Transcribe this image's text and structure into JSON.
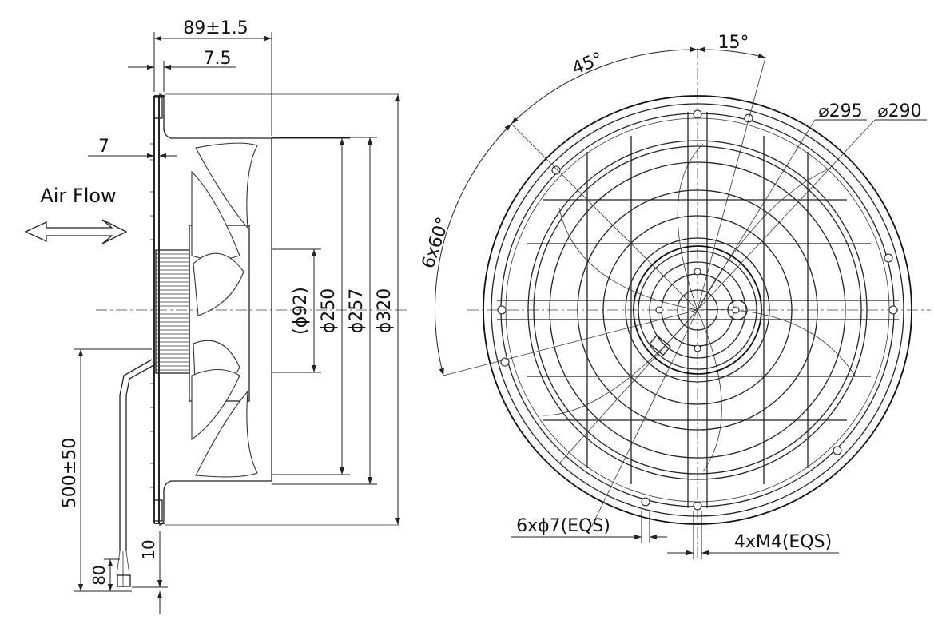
{
  "drawing": {
    "airflow_label": "Air Flow",
    "side_view": {
      "dim_depth": "89±1.5",
      "dim_flange": "7.5",
      "dim_7": "7",
      "dim_d92": "(ϕ92)",
      "dim_d250": "ϕ250",
      "dim_d257": "ϕ257",
      "dim_d320": "ϕ320",
      "dim_cable": "500±50",
      "dim_10": "10",
      "dim_80": "80"
    },
    "front_view": {
      "angle_15": "15°",
      "angle_45": "45°",
      "angle_6x60": "6x60°",
      "dim_d295": "⌀295",
      "dim_d290": "⌀290",
      "holes_label": "6xϕ7(EQS)",
      "threads_label": "4xM4(EQS)"
    }
  }
}
